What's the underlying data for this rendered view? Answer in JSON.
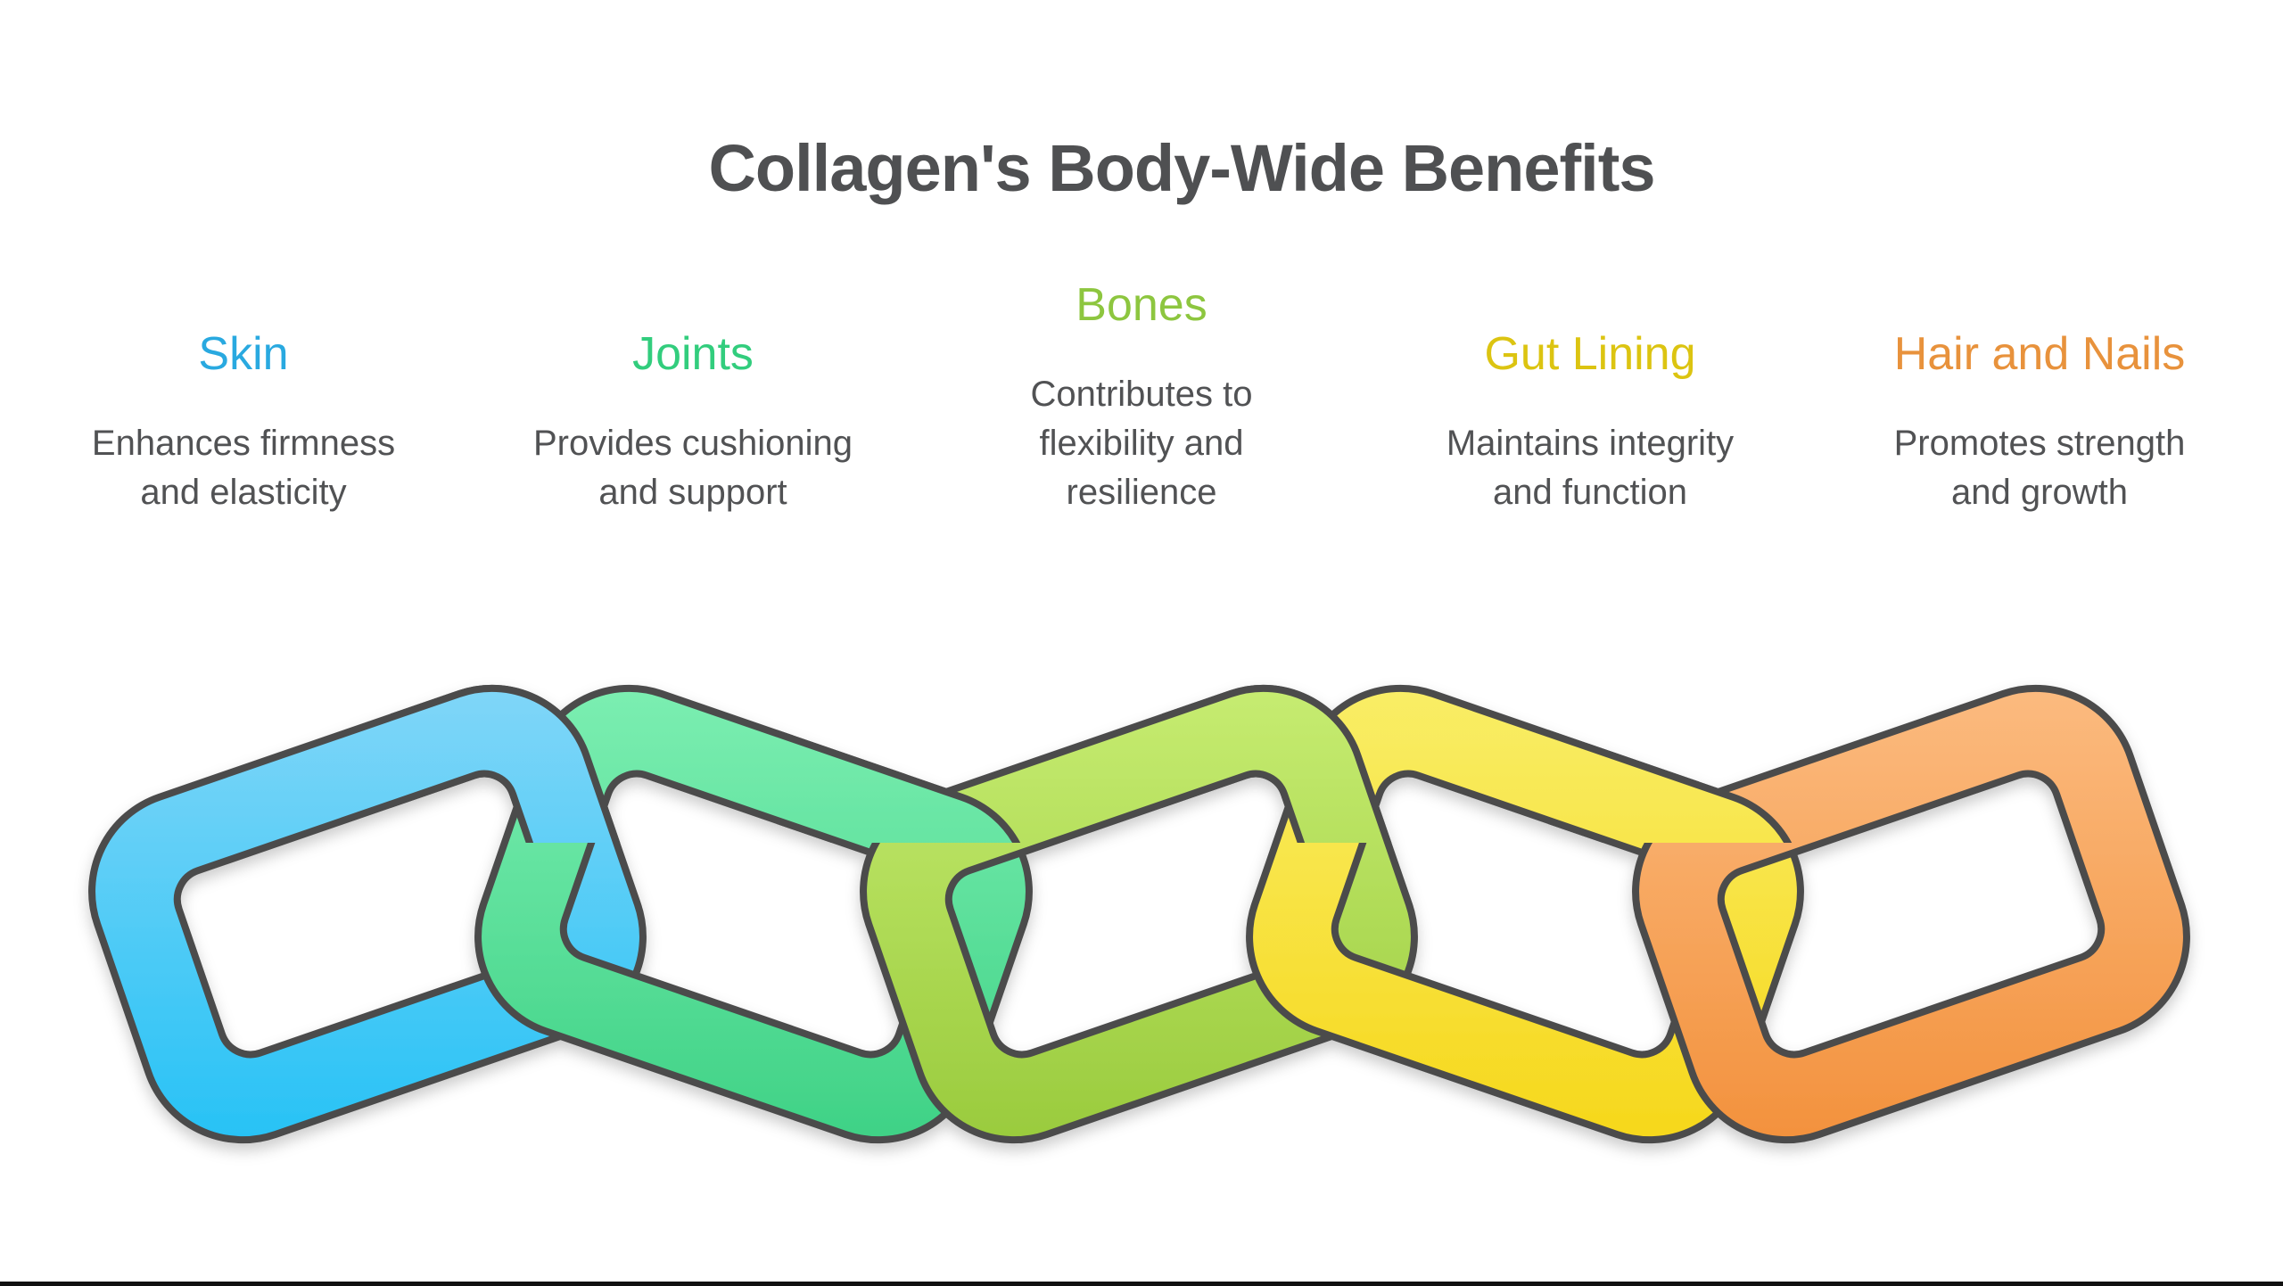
{
  "title": "Collagen's Body-Wide Benefits",
  "benefits": [
    {
      "name": "Skin",
      "description": "Enhances firmness\nand elasticity",
      "color": "#29A9E0",
      "link_gradient": [
        "#85D7F8",
        "#22C1F5"
      ]
    },
    {
      "name": "Joints",
      "description": "Provides cushioning\nand support",
      "color": "#32CD7D",
      "link_gradient": [
        "#7FF0B4",
        "#3BD083"
      ]
    },
    {
      "name": "Bones",
      "description": "Contributes to\nflexibility and\nresilience",
      "color": "#8DC63F",
      "link_gradient": [
        "#C9EE74",
        "#97C93A"
      ]
    },
    {
      "name": "Gut Lining",
      "description": "Maintains integrity\nand function",
      "color": "#DCC411",
      "link_gradient": [
        "#F9EF6B",
        "#F6D616"
      ]
    },
    {
      "name": "Hair and Nails",
      "description": "Promotes strength\nand growth",
      "color": "#E8923C",
      "link_gradient": [
        "#FCBD83",
        "#F28F39"
      ]
    }
  ],
  "chain": {
    "outline_color": "#4C4C4C",
    "link_count": "5"
  },
  "colors": {
    "background": "#FFFFFF",
    "title_text": "#4F5052",
    "body_text": "#515254",
    "bottom_bar": "#111111"
  }
}
